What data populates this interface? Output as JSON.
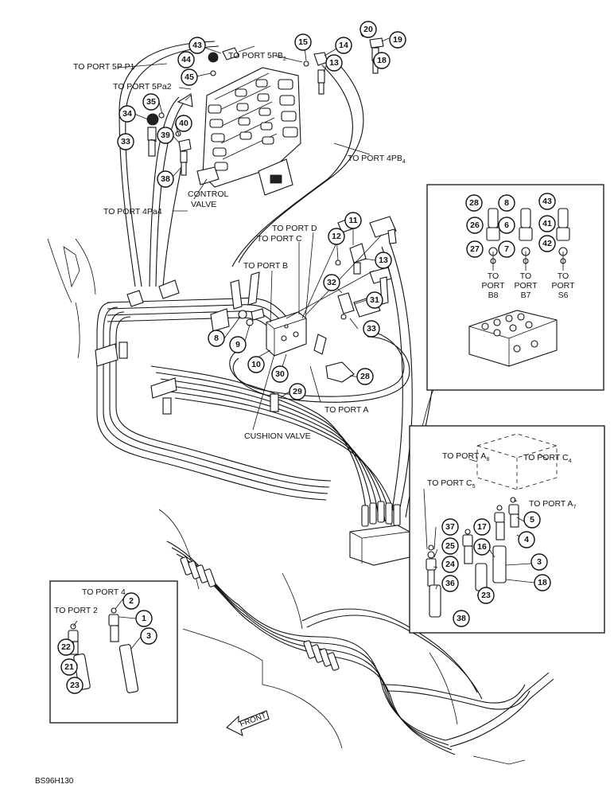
{
  "labels": {
    "to_port_5pp1": "TO PORT 5P P1",
    "to_port_5pb2": "TO PORT 5PB",
    "to_port_5pb2_sub": "2",
    "to_port_5pa2": "TO PORT 5Pa2",
    "to_port_4pb4": "TO PORT 4PB",
    "to_port_4pb4_sub": "4",
    "control_valve_1": "CONTROL",
    "control_valve_2": "VALVE",
    "to_port_4pa4": "TO PORT 4Pa4",
    "to_port_d": "TO PORT D",
    "to_port_c": "TO PORT C",
    "to_port_b": "TO PORT B",
    "to_port_a": "TO PORT A",
    "cushion_valve": "CUSHION VALVE",
    "to_port_a8": "TO PORT A",
    "to_port_a8_sub": "8",
    "to_port_c4": "TO PORT C",
    "to_port_c4_sub": "4",
    "to_port_c5": "TO PORT C",
    "to_port_c5_sub": "5",
    "to_port_a7": "TO PORT A",
    "to_port_a7_sub": "7",
    "to_port_4": "TO PORT 4",
    "to_port_2": "TO PORT 2",
    "front": "FRONT",
    "figure_id": "BS96H130"
  },
  "ports_top_right": [
    {
      "to": "TO",
      "port": "PORT",
      "name": "B8"
    },
    {
      "to": "TO",
      "port": "PORT",
      "name": "B7"
    },
    {
      "to": "TO",
      "port": "PORT",
      "name": "S6"
    }
  ],
  "callouts": {
    "c43a": "43",
    "c44": "44",
    "c45": "45",
    "c15": "15",
    "c14": "14",
    "c13a": "13",
    "c20": "20",
    "c19": "19",
    "c18a": "18",
    "c35": "35",
    "c34": "34",
    "c40": "40",
    "c39": "39",
    "c33a": "33",
    "c38a": "38",
    "c11": "11",
    "c12": "12",
    "c13b": "13",
    "c32": "32",
    "c31": "31",
    "c33b": "33",
    "c8a": "8",
    "c9": "9",
    "c10": "10",
    "c30": "30",
    "c28a": "28",
    "c29": "29",
    "c28b": "28",
    "c8b": "8",
    "c43b": "43",
    "c26": "26",
    "c6": "6",
    "c41": "41",
    "c27": "27",
    "c7": "7",
    "c42": "42",
    "c37": "37",
    "c25": "25",
    "c24": "24",
    "c36": "36",
    "c17": "17",
    "c16": "16",
    "c5": "5",
    "c4": "4",
    "c3a": "3",
    "c23a": "23",
    "c18b": "18",
    "c38b": "38",
    "c2": "2",
    "c1": "1",
    "c3b": "3",
    "c22": "22",
    "c21": "21",
    "c23b": "23"
  }
}
